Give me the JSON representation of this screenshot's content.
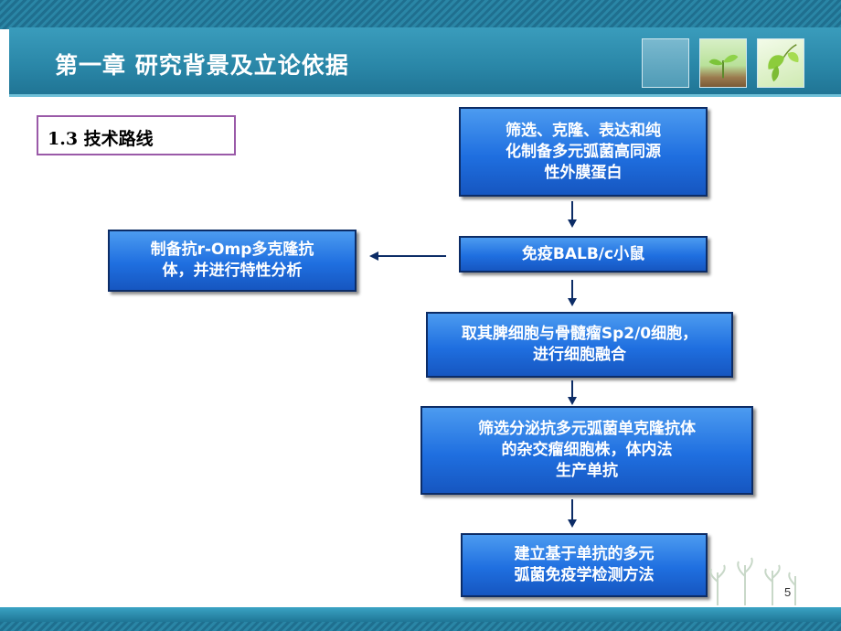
{
  "header": {
    "title": "第一章 研究背景及立论依据"
  },
  "section": {
    "label": "1.3 技术路线"
  },
  "flow": {
    "step1": [
      "筛选、克隆、表达和纯",
      "化制备多元弧菌高同源",
      "性外膜蛋白"
    ],
    "step2": "免疫BALB/c小鼠",
    "side": [
      "制备抗r-Omp多克隆抗",
      "体，并进行特性分析"
    ],
    "step3": [
      "取其脾细胞与骨髓瘤Sp2/0细胞，",
      "进行细胞融合"
    ],
    "step4": [
      "筛选分泌抗多元弧菌单克隆抗体",
      "的杂交瘤细胞株，体内法",
      "生产单抗"
    ],
    "step5": [
      "建立基于单抗的多元",
      "弧菌免疫学检测方法"
    ]
  },
  "footer": {
    "page_number": "5"
  },
  "colors": {
    "box_fill": "#1f6fe0",
    "box_border": "#0c2c66",
    "header_bg": "#2a87a8",
    "section_border": "#9a5aa8"
  }
}
